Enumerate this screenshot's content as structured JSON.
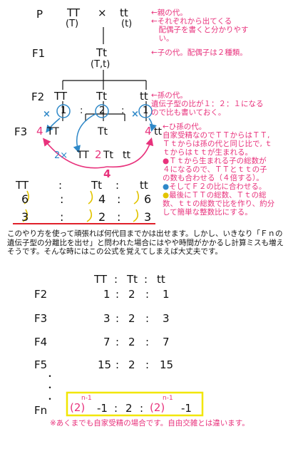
{
  "p_row": {
    "label": "P",
    "parent1": "TT",
    "cross": "×",
    "parent2": "tt",
    "gamete1": "(T)",
    "gamete2": "(t)"
  },
  "f1_row": {
    "label": "F1",
    "genotype": "Tt",
    "gametes": "(T,t)"
  },
  "f2_row": {
    "label": "F2",
    "g1": "TT",
    "g2": "Tt",
    "g3": "tt",
    "r1": "1",
    "r2": "2",
    "r3": "1",
    "colon": ":"
  },
  "f3_row": {
    "label": "F3",
    "left_num": "4",
    "left_geno": "TT",
    "mid_geno": "Tt",
    "right_num": "4",
    "right_geno": "tt",
    "bottom_prefix": "2×",
    "bottom_g1": "TT",
    "bottom_num": "2",
    "bottom_g2": "Tt",
    "bottom_g3": "tt",
    "arrow_num": "4",
    "cross_mark": "×"
  },
  "ratio_table": {
    "header": [
      "TT",
      ":",
      "Tt",
      ":",
      "tt"
    ],
    "row1": [
      "6",
      ":",
      "4",
      ":",
      "6"
    ],
    "row2": [
      "3",
      ":",
      "2",
      ":",
      "3"
    ]
  },
  "notes": {
    "p_note": [
      "←親の代。",
      "←それぞれから出てくる",
      "　配偶子を書くと分かりやす",
      "　い。"
    ],
    "f1_note": "←子の代。配偶子は２種類。",
    "f2_note": [
      "←孫の代。",
      "遺伝子型の比が１：２：１になる",
      "ので比も書いておく。"
    ],
    "f3_note": [
      "←ひ孫の代。",
      "自家受精なのでＴＴからはＴＴ,",
      "Ｔｔからは孫の代と同じ比で, ｔ",
      "ｔからはｔｔが生まれる。"
    ],
    "f3_bullets": [
      {
        "dot": "●",
        "lines": [
          "Ｔｔから生まれる子の総数が",
          "４になるので、ＴＴとｔｔの子",
          "の数も合わせる（４倍する）。"
        ]
      },
      {
        "dot": "●",
        "lines": [
          "そしてＦ２の比に合わせる。"
        ]
      },
      {
        "dot": "●",
        "lines": [
          "最後にＴＴの総数、Ｔｔの総",
          "数、ｔｔの総数で比を作り、約分",
          "して簡単な整数比にする。"
        ]
      }
    ]
  },
  "paragraph": "このやり方を使って頑張れば何代目までかは出せます。しかし、いきなり「Ｆｎの遺伝子型の分離比を出せ」と問われた場合にはやや時間がかかるし計算ミスも増えそうです。そんな時にはこの公式を覚えてしまえば大丈夫です。",
  "formula_table": {
    "header": [
      "TT",
      ":",
      "Tt",
      ":",
      "tt"
    ],
    "rows": [
      {
        "label": "F2",
        "a": "1",
        "b": "2",
        "c": "1"
      },
      {
        "label": "F3",
        "a": "3",
        "b": "2",
        "c": "3"
      },
      {
        "label": "F4",
        "a": "7",
        "b": "2",
        "c": "7"
      },
      {
        "label": "F5",
        "a": "15",
        "b": "2",
        "c": "15"
      }
    ],
    "dots": [
      "・",
      "・",
      "・"
    ],
    "fn": {
      "label": "Fn",
      "exp": "n-1",
      "base": "(2)",
      "minus": "-1",
      "colon": ":",
      "middle": "2"
    }
  },
  "footnote": "※あくまでも自家受精の場合です。自由交雑とは違います。",
  "colors": {
    "pink": "#e8327c",
    "blue": "#2e88c8",
    "yellow": "#f2e600",
    "red": "#e0202a"
  }
}
